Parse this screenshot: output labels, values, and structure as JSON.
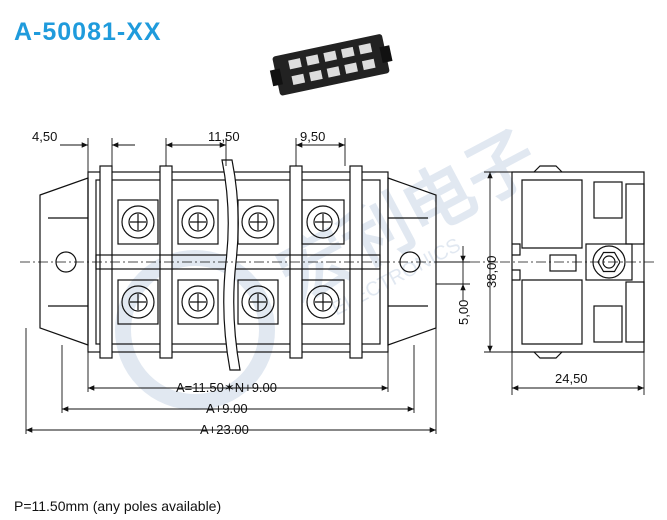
{
  "title": "A-50081-XX",
  "footnote": "P=11.50mm (any poles available)",
  "dimensions": {
    "left_margin": "4,50",
    "pitch": "11,50",
    "right_gap": "9,50",
    "total_a": "A=11.50✶N+9.00",
    "total_b": "A+9.00",
    "total_c": "A+23.00",
    "height": "38,00",
    "offset": "5,00",
    "depth": "24,50"
  },
  "watermark": {
    "brand": "宏利电子",
    "sub": "ELECTRONICS"
  },
  "colors": {
    "title": "#1f9bdc",
    "line": "#111111",
    "watermark": "#c9d6e6"
  }
}
